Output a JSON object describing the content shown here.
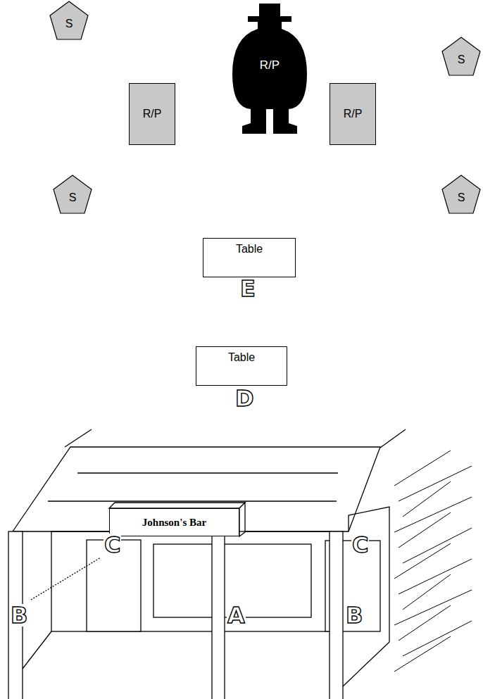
{
  "diagram": {
    "nodes": [
      {
        "text": [
          "S"
        ]
      },
      {
        "text": [
          "R/P"
        ]
      },
      {
        "text": [
          "S"
        ]
      },
      {
        "text": [
          "R/P"
        ]
      },
      {
        "text": [
          "R/P"
        ]
      },
      {
        "text": [
          "S"
        ]
      },
      {
        "text": [
          "S"
        ]
      },
      {
        "text": [
          "Table"
        ]
      },
      {
        "text": [
          "Table"
        ]
      },
      {
        "text": [
          "Johnson's Bar"
        ]
      }
    ],
    "labels": [
      "E",
      "D",
      "C",
      "C",
      "B",
      "A",
      "B"
    ]
  }
}
